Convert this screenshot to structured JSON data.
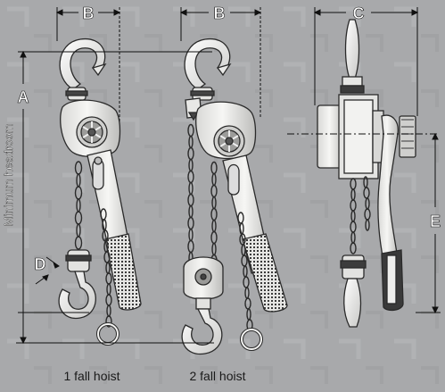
{
  "dimension_labels": {
    "a": "A",
    "b_1fall": "B",
    "b_2fall": "B",
    "c": "C",
    "d": "D",
    "e": "E"
  },
  "side_label": "Minimum headroom",
  "captions": {
    "one_fall": "1 fall hoist",
    "two_fall": "2 fall hoist"
  },
  "colors": {
    "background": "#a8a9ab",
    "metal_light": "#f2f2f0",
    "outline": "#2a2a2a",
    "dimension_line": "#111111",
    "label_text": "#ffffff",
    "caption_text": "#1a1a1a"
  }
}
